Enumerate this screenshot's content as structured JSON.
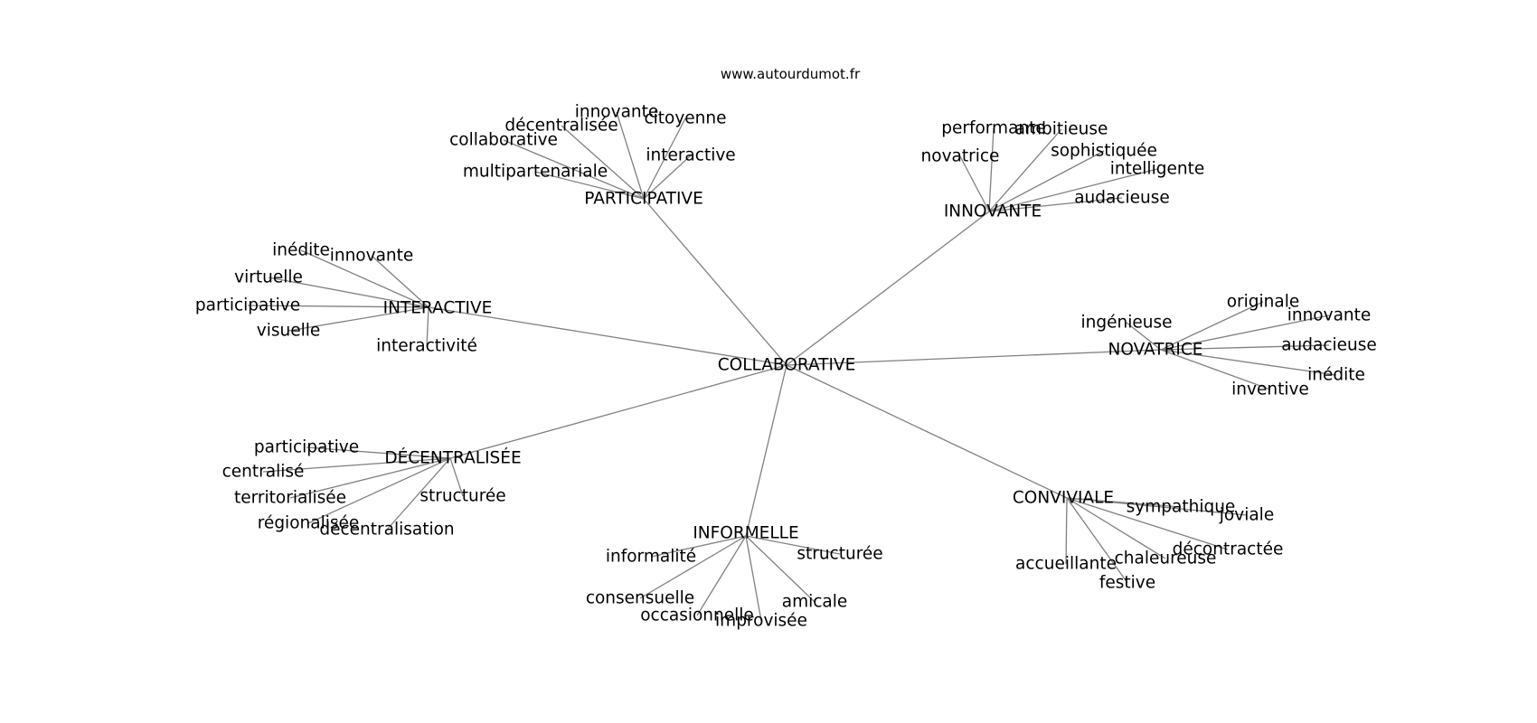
{
  "source": "www.autourdumot.fr",
  "center": "COLLABORATIVE",
  "groups": [
    {
      "label": "PARTICIPATIVE",
      "words": [
        "innovante",
        "citoyenne",
        "décentralisée",
        "collaborative",
        "interactive",
        "multipartenariale"
      ]
    },
    {
      "label": "INNOVANTE",
      "words": [
        "performante",
        "ambitieuse",
        "sophistiquée",
        "novatrice",
        "intelligente",
        "audacieuse"
      ]
    },
    {
      "label": "INTERACTIVE",
      "words": [
        "inédite",
        "innovante",
        "virtuelle",
        "participative",
        "visuelle",
        "interactivité"
      ]
    },
    {
      "label": "NOVATRICE",
      "words": [
        "originale",
        "innovante",
        "ingénieuse",
        "audacieuse",
        "inédite",
        "inventive"
      ]
    },
    {
      "label": "DÉCENTRALISÉE",
      "words": [
        "participative",
        "centralisé",
        "territorialisée",
        "structurée",
        "régionalisée",
        "décentralisation"
      ]
    },
    {
      "label": "CONVIVIALE",
      "words": [
        "sympathique",
        "joviale",
        "décontractée",
        "chaleureuse",
        "accueillante",
        "festive"
      ]
    },
    {
      "label": "INFORMELLE",
      "words": [
        "informalité",
        "structurée",
        "consensuelle",
        "amicale",
        "occasionnelle",
        "improvisée"
      ]
    }
  ]
}
